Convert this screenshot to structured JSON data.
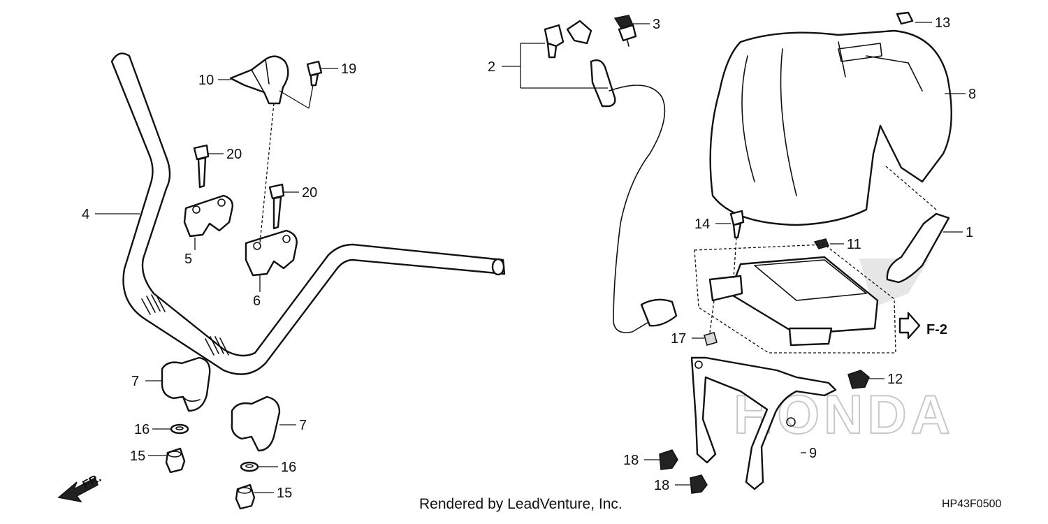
{
  "diagram": {
    "callouts": [
      {
        "id": "1",
        "text": "1"
      },
      {
        "id": "2",
        "text": "2"
      },
      {
        "id": "3",
        "text": "3"
      },
      {
        "id": "4",
        "text": "4"
      },
      {
        "id": "5",
        "text": "5"
      },
      {
        "id": "6",
        "text": "6"
      },
      {
        "id": "7a",
        "text": "7"
      },
      {
        "id": "7b",
        "text": "7"
      },
      {
        "id": "8",
        "text": "8"
      },
      {
        "id": "9",
        "text": "9"
      },
      {
        "id": "10",
        "text": "10"
      },
      {
        "id": "11",
        "text": "11"
      },
      {
        "id": "12",
        "text": "12"
      },
      {
        "id": "13",
        "text": "13"
      },
      {
        "id": "14",
        "text": "14"
      },
      {
        "id": "15a",
        "text": "15"
      },
      {
        "id": "15b",
        "text": "15"
      },
      {
        "id": "16a",
        "text": "16"
      },
      {
        "id": "16b",
        "text": "16"
      },
      {
        "id": "17",
        "text": "17"
      },
      {
        "id": "18a",
        "text": "18"
      },
      {
        "id": "18b",
        "text": "18"
      },
      {
        "id": "19",
        "text": "19"
      },
      {
        "id": "20a",
        "text": "20"
      },
      {
        "id": "20b",
        "text": "20"
      }
    ],
    "direction_label": "FR.",
    "reference_label": "F-2",
    "watermark": "HONDA"
  },
  "footer": {
    "credit": "Rendered by LeadVenture, Inc.",
    "code": "HP43F0500"
  }
}
